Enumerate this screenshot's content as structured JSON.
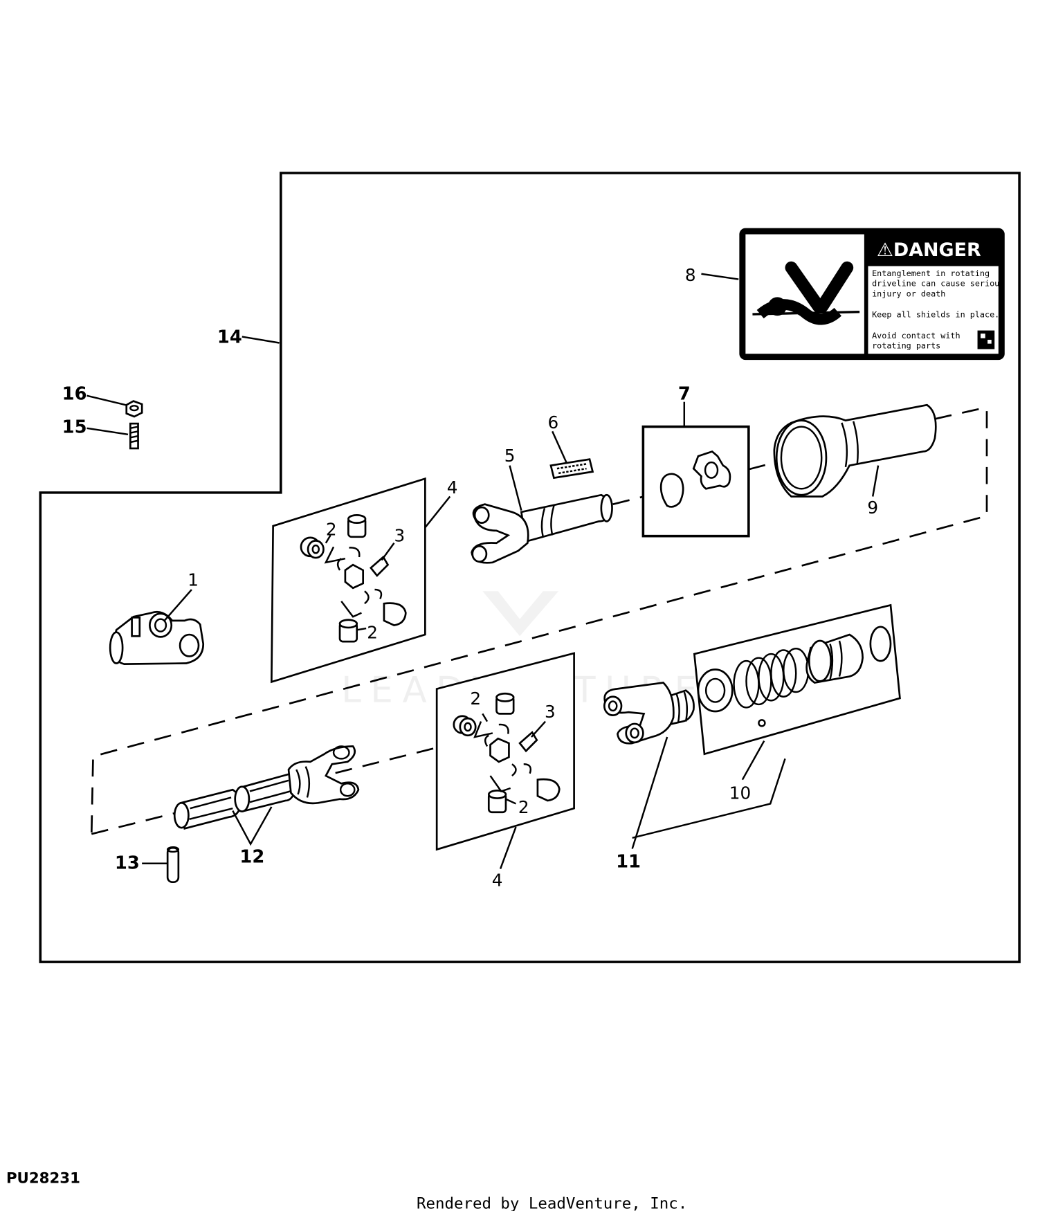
{
  "callouts": [
    {
      "id": "c1",
      "text": "1"
    },
    {
      "id": "c2a",
      "text": "2"
    },
    {
      "id": "c2b",
      "text": "2"
    },
    {
      "id": "c2c",
      "text": "2"
    },
    {
      "id": "c2d",
      "text": "2"
    },
    {
      "id": "c3a",
      "text": "3"
    },
    {
      "id": "c3b",
      "text": "3"
    },
    {
      "id": "c4a",
      "text": "4"
    },
    {
      "id": "c4b",
      "text": "4"
    },
    {
      "id": "c5",
      "text": "5"
    },
    {
      "id": "c6",
      "text": "6"
    },
    {
      "id": "c7",
      "text": "7"
    },
    {
      "id": "c8",
      "text": "8"
    },
    {
      "id": "c9",
      "text": "9"
    },
    {
      "id": "c10",
      "text": "10"
    },
    {
      "id": "c11",
      "text": "11"
    },
    {
      "id": "c12",
      "text": "12"
    },
    {
      "id": "c13",
      "text": "13"
    },
    {
      "id": "c14",
      "text": "14"
    },
    {
      "id": "c15",
      "text": "15"
    },
    {
      "id": "c16",
      "text": "16"
    }
  ],
  "decal": {
    "heading": "⚠DANGER",
    "lines": [
      "Entanglement in rotating",
      "driveline can cause serious",
      "injury or death",
      "Keep all shields in place.",
      "Avoid contact with",
      "rotating parts"
    ]
  },
  "watermark": "LEADVENTURE",
  "figure_id": "PU28231",
  "credit": "Rendered by LeadVenture, Inc."
}
